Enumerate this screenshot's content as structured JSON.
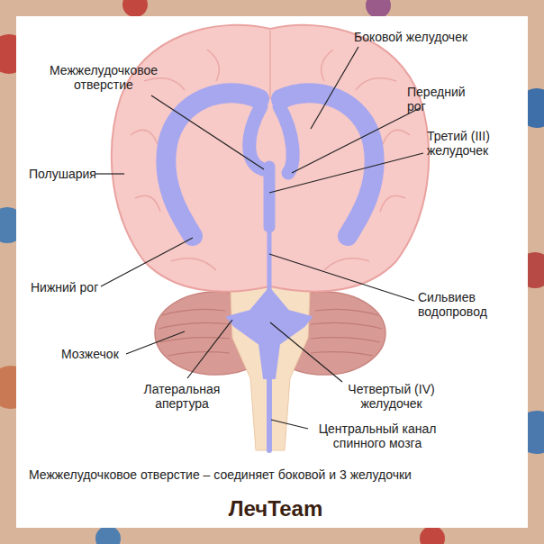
{
  "diagram": {
    "caption": "Межжелудочковое отверстие – соединяет боковой и 3 желудочки",
    "labels": [
      "Боковой желудочек",
      "Межжелудочковое отверстие",
      "Передний рог",
      "Третий (III) желудочек",
      "Полушария",
      "Нижний рог",
      "Сильвиев водопровод",
      "Мозжечок",
      "Латеральная апертура",
      "Четвертый (IV) желудочек",
      "Центральный канал спинного мозга",
      "ЛечTeam"
    ]
  }
}
